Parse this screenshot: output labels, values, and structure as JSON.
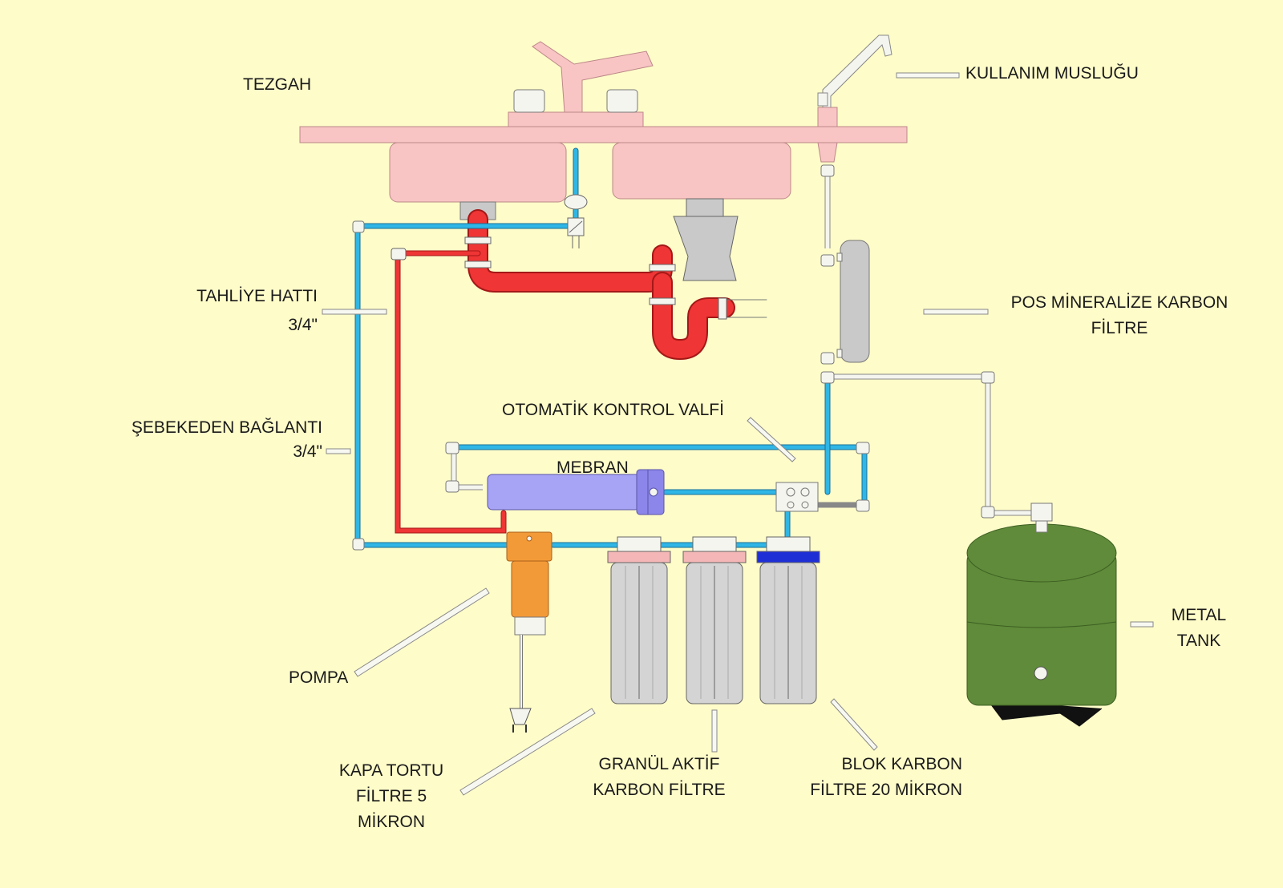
{
  "labels": {
    "counter": "TEZGAH",
    "faucet": "KULLANIM MUSLUĞU",
    "drain_line": "TAHLİYE HATTI",
    "drain_size": "3/4\"",
    "post_filter_1": "POS MİNERALİZE KARBON",
    "post_filter_2": "FİLTRE",
    "mains_connection": "ŞEBEKEDEN BAĞLANTI",
    "mains_size": "3/4\"",
    "control_valve": "OTOMATİK KONTROL VALFİ",
    "membrane": "MEBRAN",
    "tank_1": "METAL",
    "tank_2": "TANK",
    "pump": "POMPA",
    "sediment_1": "KAPA TORTU",
    "sediment_2": "FİLTRE 5",
    "sediment_3": "MİKRON",
    "granular_1": "GRANÜL AKTİF",
    "granular_2": "KARBON FİLTRE",
    "block_1": "BLOK KARBON",
    "block_2": "FİLTRE 20 MİKRON"
  },
  "colors": {
    "background": "#fefcc9",
    "sink": "#f9c4c4",
    "drain_pipe": "#ef3535",
    "feed_pipe": "#2fb6e6",
    "product_pipe": "#f5f5ef",
    "membrane": "#a7a3f5",
    "pump": "#f39a38",
    "filter_housing": "#d4d4d4",
    "block_cap": "#1f2fd6",
    "tank": "#5f8b3a"
  }
}
